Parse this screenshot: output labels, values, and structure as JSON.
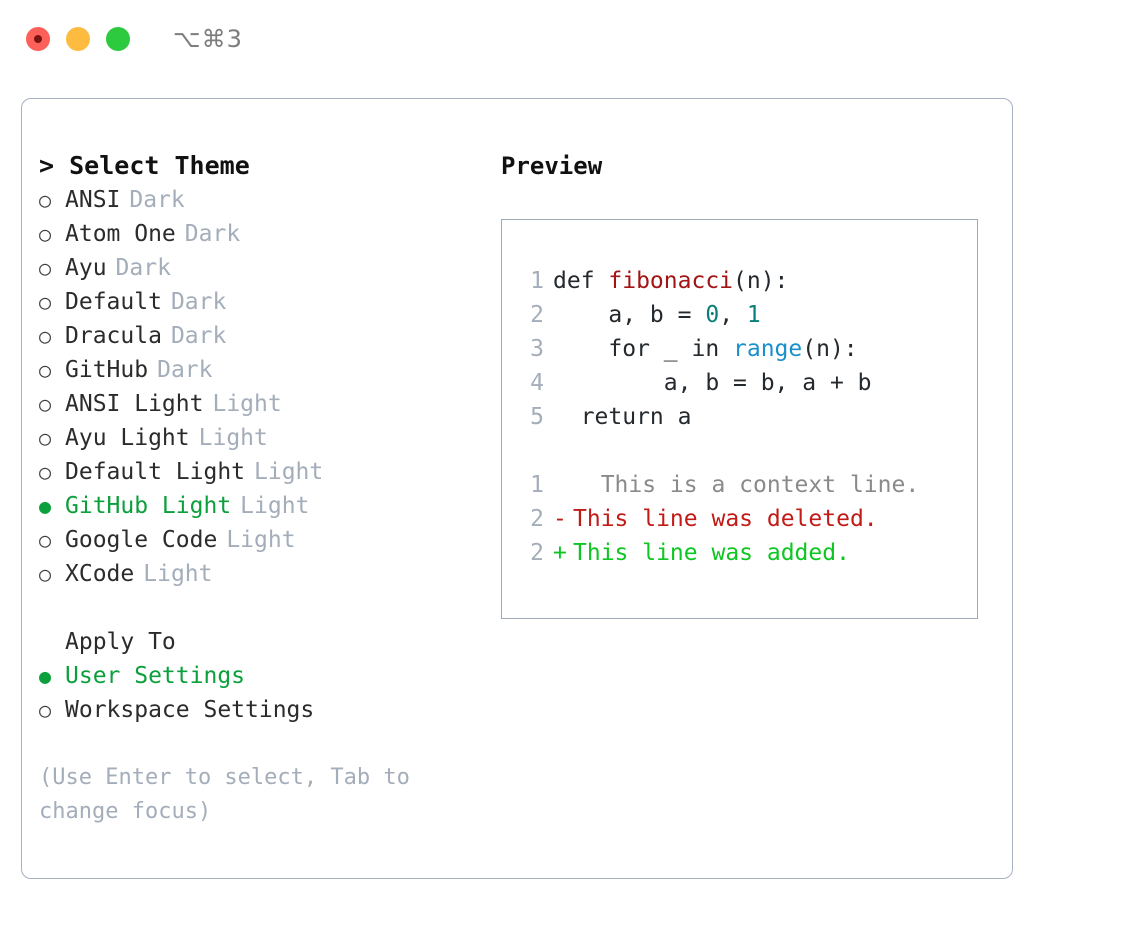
{
  "window": {
    "controls": [
      "close-button",
      "minimize-button",
      "maximize-button"
    ],
    "shortcut": "⌥⌘3"
  },
  "colors": {
    "accent_green": "#0ba03b",
    "muted": "#a4adba",
    "border": "#a7b1c0",
    "text": "#2b2b2b",
    "keyword_fn": "#a31515",
    "number": "#0a7f7a",
    "call": "#1a8fcb",
    "diff_add": "#0ec621",
    "diff_del": "#c21a16",
    "diff_ctx": "#8a8a8a"
  },
  "left": {
    "heading_prefix": ">",
    "heading": "Select Theme",
    "bullet_unselected": "○",
    "bullet_selected": "●",
    "themes": [
      {
        "name": "ANSI",
        "variant": "Dark",
        "selected": false
      },
      {
        "name": "Atom One",
        "variant": "Dark",
        "selected": false
      },
      {
        "name": "Ayu",
        "variant": "Dark",
        "selected": false
      },
      {
        "name": "Default",
        "variant": "Dark",
        "selected": false
      },
      {
        "name": "Dracula",
        "variant": "Dark",
        "selected": false
      },
      {
        "name": "GitHub",
        "variant": "Dark",
        "selected": false
      },
      {
        "name": "ANSI Light",
        "variant": "Light",
        "selected": false
      },
      {
        "name": "Ayu Light",
        "variant": "Light",
        "selected": false
      },
      {
        "name": "Default Light",
        "variant": "Light",
        "selected": false
      },
      {
        "name": "GitHub Light",
        "variant": "Light",
        "selected": true
      },
      {
        "name": "Google Code",
        "variant": "Light",
        "selected": false
      },
      {
        "name": "XCode",
        "variant": "Light",
        "selected": false
      }
    ],
    "apply_to_heading": "Apply To",
    "apply_to": [
      {
        "name": "User Settings",
        "selected": true
      },
      {
        "name": "Workspace Settings",
        "selected": false
      }
    ],
    "hint": "(Use Enter to select, Tab to change focus)"
  },
  "right": {
    "title": "Preview",
    "code_lines": [
      {
        "n": "1",
        "segments": [
          {
            "t": "def ",
            "cls": "code-text"
          },
          {
            "t": "fibonacci",
            "cls": "tok-fn"
          },
          {
            "t": "(n):",
            "cls": "code-text"
          }
        ]
      },
      {
        "n": "2",
        "segments": [
          {
            "t": "    a, b = ",
            "cls": "code-text"
          },
          {
            "t": "0",
            "cls": "tok-num"
          },
          {
            "t": ", ",
            "cls": "code-text"
          },
          {
            "t": "1",
            "cls": "tok-num"
          }
        ]
      },
      {
        "n": "3",
        "segments": [
          {
            "t": "    for _ in ",
            "cls": "code-text"
          },
          {
            "t": "range",
            "cls": "tok-call"
          },
          {
            "t": "(n):",
            "cls": "code-text"
          }
        ]
      },
      {
        "n": "4",
        "segments": [
          {
            "t": "        a, b = b, a + b",
            "cls": "code-text"
          }
        ]
      },
      {
        "n": "5",
        "segments": [
          {
            "t": "  return a",
            "cls": "code-text"
          }
        ]
      }
    ],
    "diff_lines": [
      {
        "n": "1",
        "marker": " ",
        "marker_cls": "ctx",
        "text": "  This is a context line.",
        "cls": "diff-ctx"
      },
      {
        "n": "2",
        "marker": "-",
        "marker_cls": "del",
        "text": "This line was deleted.",
        "cls": "diff-del"
      },
      {
        "n": "2",
        "marker": "+",
        "marker_cls": "add",
        "text": "This line was added.",
        "cls": "diff-add"
      }
    ]
  }
}
